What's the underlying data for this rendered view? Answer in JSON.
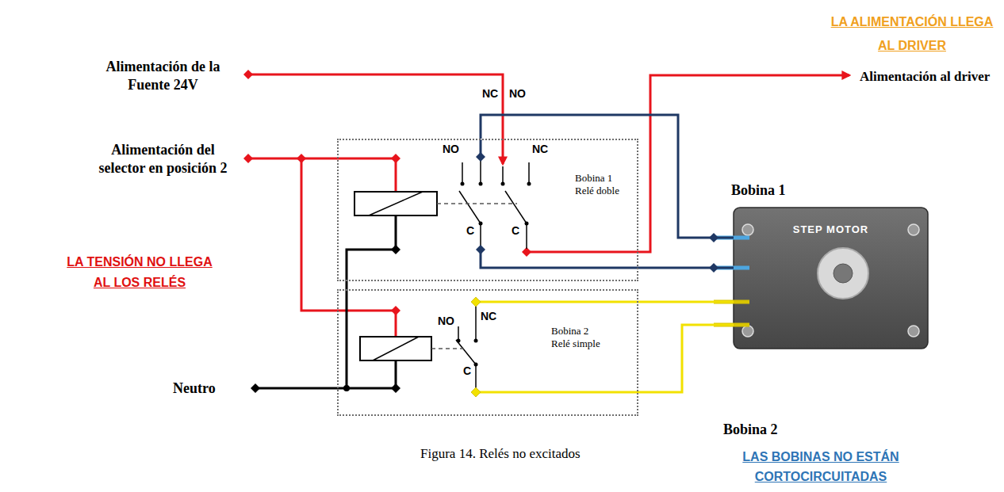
{
  "diagram": {
    "caption": "Figura 14. Relés no excitados",
    "nodes": [
      {
        "text": [
          "Bobina 1 Relé doble"
        ]
      },
      {
        "text": [
          "Bobina 2 Relé simple"
        ]
      },
      {
        "text": [
          "STEP MOTOR"
        ]
      }
    ],
    "edges": [
      {
        "from": 0,
        "to": 2,
        "arrow": "none"
      },
      {
        "from": 0,
        "to": 2,
        "arrow": "none"
      },
      {
        "from": 1,
        "to": 2,
        "arrow": "none"
      },
      {
        "from": 1,
        "to": 2,
        "arrow": "none"
      }
    ],
    "labels": [
      "LA ALIMENTACIÓN LLEGA AL DRIVER",
      "Alimentación de la Fuente 24V",
      "Alimentación al driver",
      "NC",
      "NO",
      "Alimentación del selector en posición 2",
      "NO",
      "NC",
      "Bobina 1",
      "C",
      "C",
      "LA TENSIÓN NO LLEGA AL LOS RELÉS",
      "NO",
      "NC",
      "C",
      "Neutro",
      "Bobina 2",
      "LAS BOBINAS NO ESTÁN CORTOCIRCUITADAS"
    ]
  }
}
